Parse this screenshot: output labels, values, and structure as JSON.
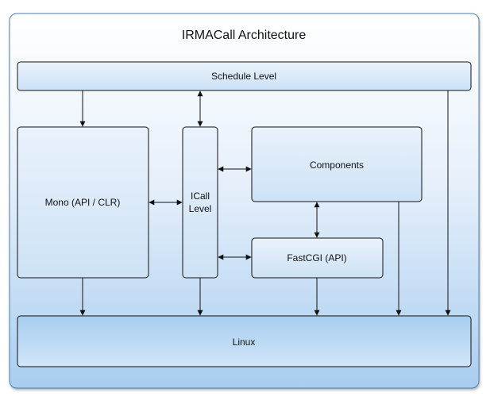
{
  "diagram": {
    "title": "IRMACall Architecture",
    "nodes": {
      "schedule": "Schedule Level",
      "mono": "Mono (API / CLR)",
      "icall_line1": "ICall",
      "icall_line2": "Level",
      "components": "Components",
      "fastcgi": "FastCGI (API)",
      "linux": "Linux"
    }
  }
}
